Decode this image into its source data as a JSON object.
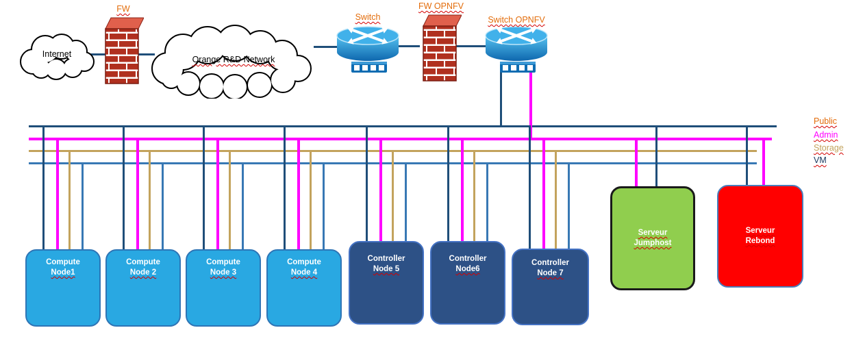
{
  "colors": {
    "public": "#1F4E79",
    "admin": "#FF00FF",
    "storage": "#C3A35D",
    "vm": "#3878B4",
    "device_label": "#E36C0A",
    "compute_fill": "#29A8E2",
    "compute_border": "#2E75B6",
    "controller_fill": "#2D5186",
    "controller_border": "#4472C4",
    "jumphost_fill": "#90CE4E",
    "jumphost_border": "#1A1A1A",
    "rebond_fill": "#FF0000",
    "rebond_border": "#4A7EBB",
    "vm_label": "#17375E"
  },
  "devices": {
    "internet": {
      "label": "Internet"
    },
    "orange_network": {
      "label": "Orange R&D Network"
    },
    "fw": {
      "label": "FW"
    },
    "switch": {
      "label": "Switch"
    },
    "fw_opnfv": {
      "label": "FW OPNFV"
    },
    "switch_opnfv": {
      "label": "Switch OPNFV"
    }
  },
  "legend": {
    "items": [
      {
        "label": "Public",
        "color": "#E36C0A"
      },
      {
        "label": "Admin",
        "color": "#FF00FF"
      },
      {
        "label": "Storage",
        "color": "#C3A35D"
      },
      {
        "label": "VM",
        "color": "#17375E"
      }
    ]
  },
  "nodes": [
    {
      "line1": "Compute",
      "line2": "Node1"
    },
    {
      "line1": "Compute",
      "line2": "Node 2"
    },
    {
      "line1": "Compute",
      "line2": "Node 3"
    },
    {
      "line1": "Compute",
      "line2": "Node 4"
    },
    {
      "line1": "Controller",
      "line2": "Node 5"
    },
    {
      "line1": "Controller",
      "line2": "Node6"
    },
    {
      "line1": "Controller",
      "line2": "Node 7"
    },
    {
      "line1": "Serveur",
      "line2": "Jumphost"
    },
    {
      "line1": "Serveur",
      "line2": "Rebond"
    }
  ]
}
